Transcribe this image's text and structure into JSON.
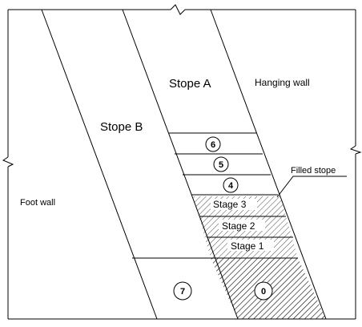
{
  "labels": {
    "stope_a": "Stope A",
    "stope_b": "Stope B",
    "hanging_wall": "Hanging wall",
    "foot_wall": "Foot wall",
    "filled_stope": "Filled stope",
    "stage_3": "Stage 3",
    "stage_2": "Stage 2",
    "stage_1": "Stage 1"
  },
  "sequence": {
    "six": "6",
    "five": "5",
    "four": "4",
    "seven": "7",
    "zero": "0"
  },
  "colors": {
    "line": "#000000",
    "background": "#ffffff"
  }
}
